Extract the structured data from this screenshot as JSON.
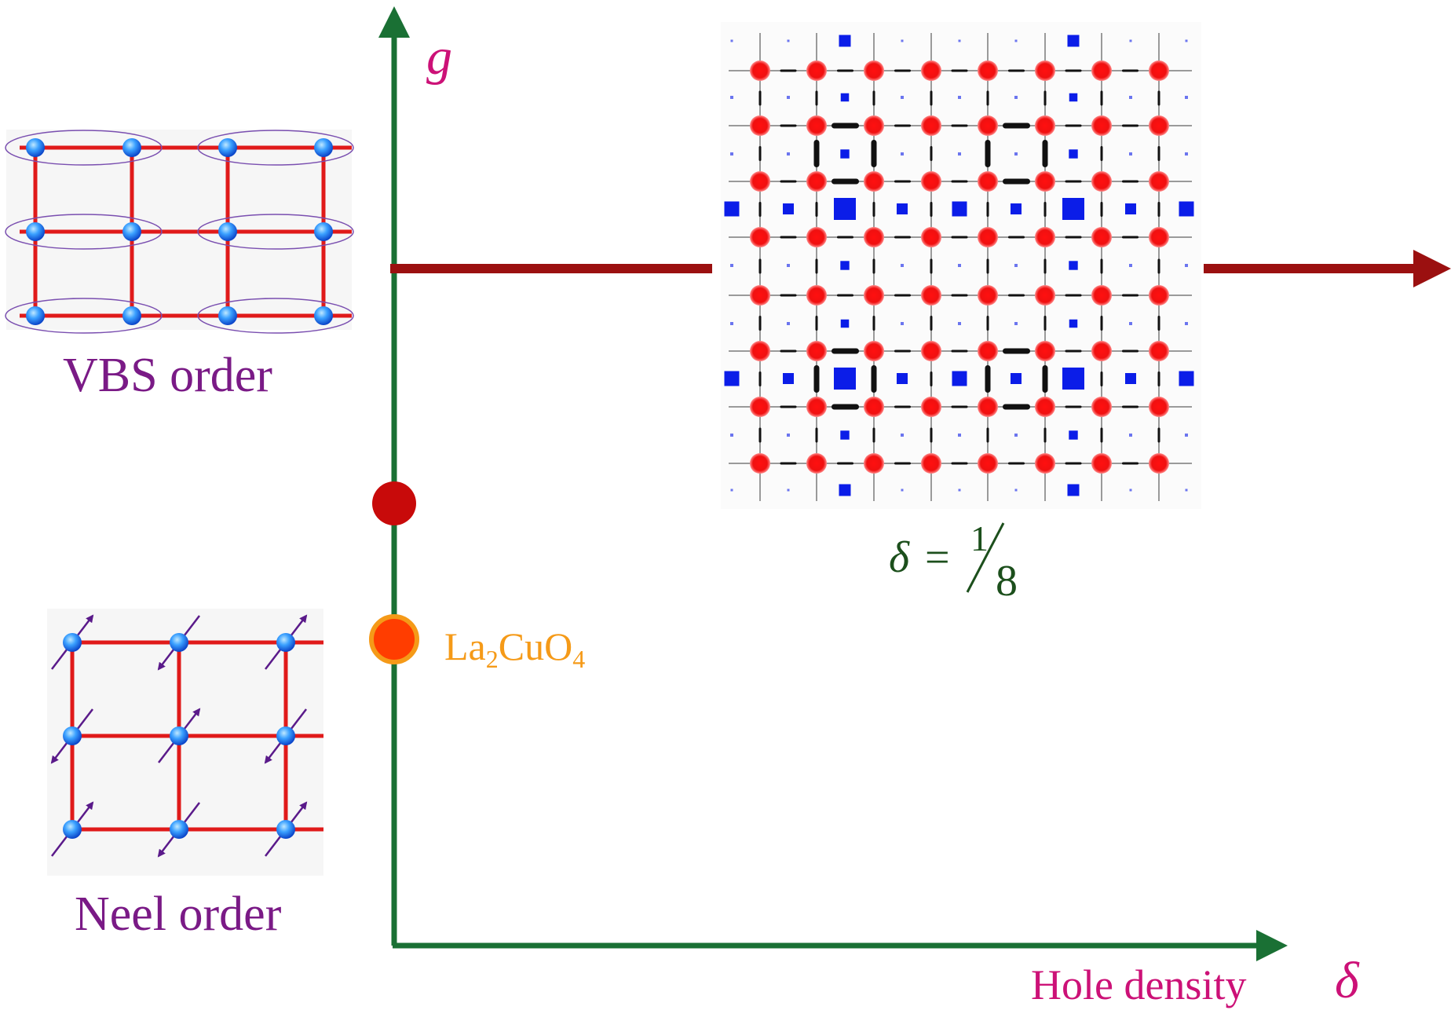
{
  "panels": {
    "vbs": {
      "label": "VBS order"
    },
    "neel": {
      "label": "Neel order"
    }
  },
  "axes": {
    "y_symbol": "g",
    "x_label": "Hole density",
    "x_symbol": "δ"
  },
  "points": {
    "critical": {
      "color": "#c80a0a"
    },
    "material": {
      "label_main": "La",
      "sub1": "2",
      "mid": "CuO",
      "sub2": "4",
      "fill": "#ff3d00",
      "ring": "#f59a18"
    }
  },
  "stripe_panel": {
    "fraction": {
      "symbol": "δ",
      "equals": "=",
      "numerator": "1",
      "denominator": "8"
    }
  },
  "colors": {
    "axis": "#1a7034",
    "phase_line": "#9b1010",
    "lattice": "#e01a1a",
    "site": "#2a7cff",
    "dimer_ring": "#7a4fb0",
    "spin_arrow": "#5a1a8a",
    "charge_site": "#ff1212",
    "stripe_square": "#0b1de8"
  },
  "icons": [
    "spin-site-icon",
    "spin-arrow-icon",
    "dimer-ellipse-icon"
  ]
}
